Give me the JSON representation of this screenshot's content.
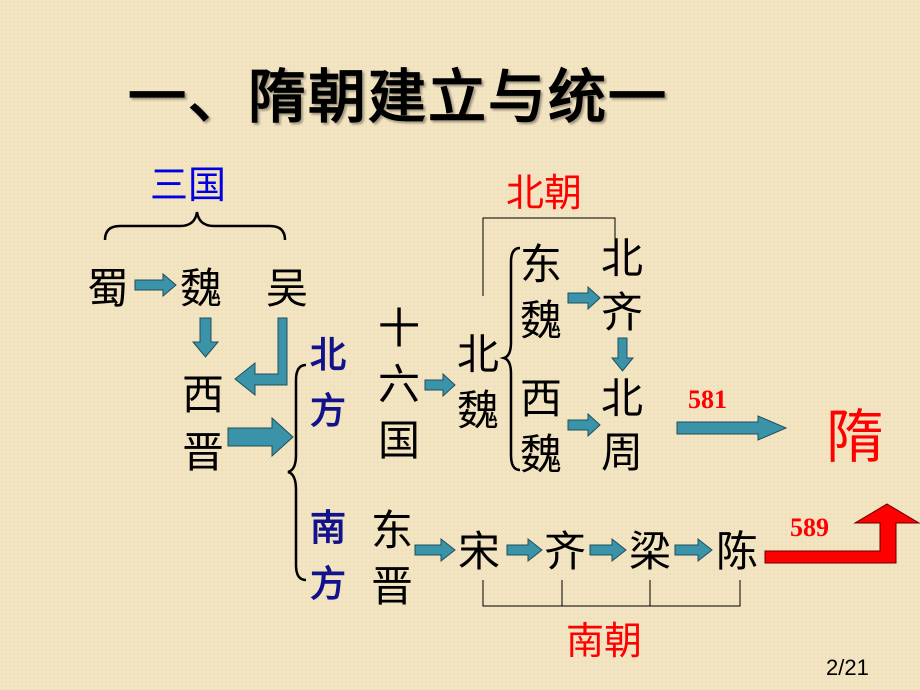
{
  "title": "一、隋朝建立与统一",
  "three_kingdoms": {
    "label": "三国",
    "shu": "蜀",
    "wei": "魏",
    "wu": "吴"
  },
  "western_jin": [
    "西",
    "晋"
  ],
  "north": {
    "label": [
      "北",
      "方"
    ],
    "sixteen_kingdoms": [
      "十",
      "六",
      "国"
    ],
    "northern_wei": [
      "北",
      "魏"
    ],
    "eastern_wei": [
      "东",
      "魏"
    ],
    "western_wei": [
      "西",
      "魏"
    ],
    "northern_qi": [
      "北",
      "齐"
    ],
    "northern_zhou": [
      "北",
      "周"
    ],
    "dynasty_group": "北朝",
    "year": "581"
  },
  "south": {
    "label": [
      "南",
      "方"
    ],
    "eastern_jin": [
      "东",
      "晋"
    ],
    "dynasties": [
      "宋",
      "齐",
      "梁",
      "陈"
    ],
    "dynasty_group": "南朝",
    "year": "589"
  },
  "sui": "隋",
  "page_number": "2/21",
  "colors": {
    "arrow": "#3a93a8",
    "red": "#ff0000",
    "blue": "#0000e0",
    "navy": "#12128c",
    "background": "#f3e4c2"
  }
}
